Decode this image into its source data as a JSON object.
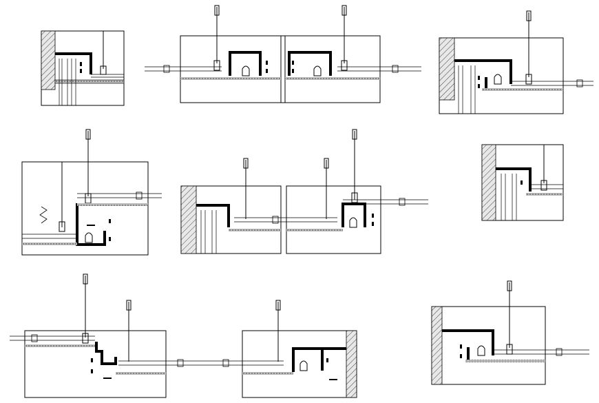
{
  "drawing": {
    "kind": "ceiling-cove-section-details",
    "detail_panels": [
      {
        "id": "detail-1",
        "wall_side": "left",
        "hangers": 1
      },
      {
        "id": "detail-2",
        "wall_side": "none",
        "hangers": 2,
        "mirrored_pair": true
      },
      {
        "id": "detail-3",
        "wall_side": "left",
        "hangers": 1
      },
      {
        "id": "detail-4",
        "wall_side": "none",
        "hangers": 1
      },
      {
        "id": "detail-5",
        "wall_side": "left",
        "hangers": 3,
        "mirrored_pair": true
      },
      {
        "id": "detail-6",
        "wall_side": "left",
        "hangers": 1
      },
      {
        "id": "detail-7",
        "wall_side": "right",
        "hangers": 3,
        "mirrored_pair": true
      },
      {
        "id": "detail-8",
        "wall_side": "left",
        "hangers": 1
      }
    ],
    "colors": {
      "line": "#000000",
      "hatch": "#444444",
      "background": "#ffffff"
    },
    "icons": [
      "hanger-rod-icon",
      "light-fixture-icon",
      "wall-hatch-icon",
      "dimension-mark-icon"
    ]
  }
}
